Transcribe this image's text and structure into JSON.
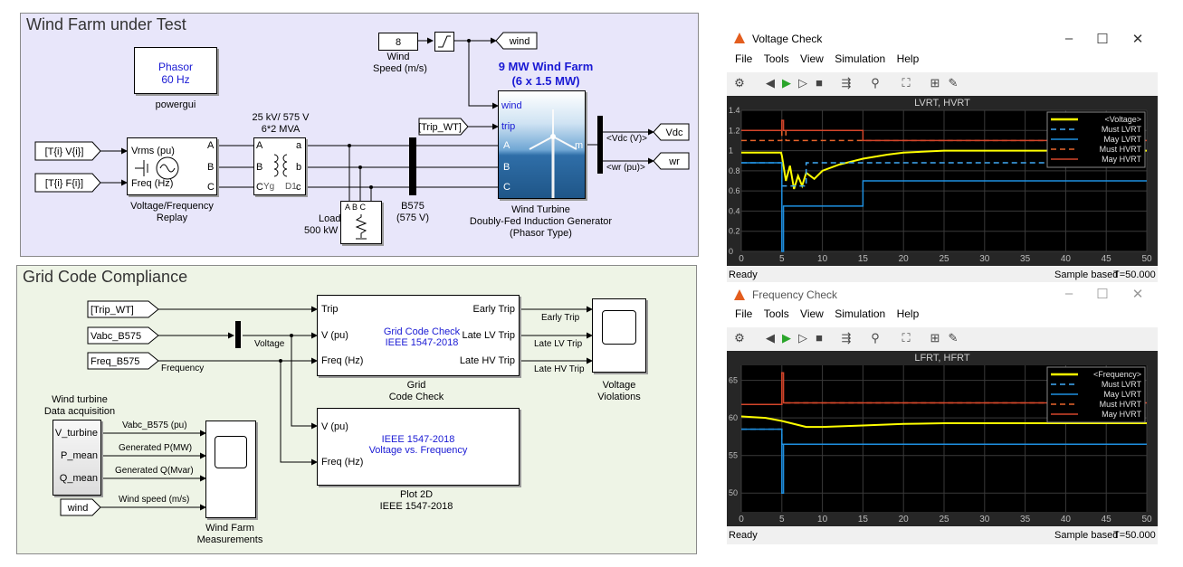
{
  "diagram": {
    "wind_farm": {
      "title": "Wind Farm under Test",
      "powergui": {
        "line1": "Phasor",
        "line2": "60 Hz",
        "label": "powergui"
      },
      "wind_speed_value": "8",
      "wind_speed_label1": "Wind",
      "wind_speed_label2": "Speed (m/s)",
      "goto_wind": "wind",
      "farm_title1": "9 MW Wind Farm",
      "farm_title2": "(6 x 1.5 MW)",
      "from_trip": "[Trip_WT]",
      "from_v": "[T{i} V{i}]",
      "from_f": "[T{i} F{i}]",
      "replay_ports": {
        "vrms": "Vrms (pu)",
        "freq": "Freq (Hz)",
        "a": "A",
        "b": "B",
        "c": "C"
      },
      "replay_label1": "Voltage/Frequency",
      "replay_label2": "Replay",
      "xfmr_top1": "25 kV/ 575 V",
      "xfmr_top2": "6*2 MVA",
      "xfmr_ports": {
        "A": "A",
        "B": "B",
        "C": "C",
        "a": "a",
        "b": "b",
        "c": "c",
        "yg": "Yg",
        "d1": "D1"
      },
      "load_label1": "Load",
      "load_label2": "500 kW",
      "load_ports": "A B C",
      "bus_label1": "B575",
      "bus_label2": "(575 V)",
      "turbine_ports": {
        "wind": "wind",
        "trip": "trip",
        "A": "A",
        "B": "B",
        "C": "C",
        "m": "m"
      },
      "turbine_label1": "Wind Turbine",
      "turbine_label2": "Doubly-Fed Induction Generator",
      "turbine_label3": "(Phasor Type)",
      "demux_vdc": "<Vdc (V)>",
      "demux_wr": "<wr (pu)>",
      "goto_vdc": "Vdc",
      "goto_wr": "wr"
    },
    "grid_code": {
      "title": "Grid Code Compliance",
      "from_trip": "[Trip_WT]",
      "from_vabc": "Vabc_B575",
      "from_freq": "Freq_B575",
      "sig_voltage": "Voltage",
      "sig_frequency": "Frequency",
      "check_ports": {
        "trip": "Trip",
        "v": "V (pu)",
        "freq": "Freq (Hz)",
        "early": "Early Trip",
        "late_lv": "Late LV Trip",
        "late_hv": "Late HV Trip"
      },
      "check_center1": "Grid Code Check",
      "check_center2": "IEEE 1547-2018",
      "check_label1": "Grid",
      "check_label2": "Code Check",
      "out_early": "Early Trip",
      "out_late_lv": "Late LV Trip",
      "out_late_hv": "Late HV Trip",
      "violations_label1": "Voltage",
      "violations_label2": "Violations",
      "acq_title1": "Wind turbine",
      "acq_title2": "Data acquisition",
      "acq_ports": [
        "V_turbine",
        "P_mean",
        "Q_mean"
      ],
      "sig_vabc": "Vabc_B575 (pu)",
      "sig_p": "Generated P(MW)",
      "sig_q": "Generated Q(Mvar)",
      "sig_wind": "Wind speed (m/s)",
      "from_wind": "wind",
      "meas_label1": "Wind Farm",
      "meas_label2": "Measurements",
      "plot2d_ports": {
        "v": "V (pu)",
        "freq": "Freq (Hz)"
      },
      "plot2d_center1": "IEEE 1547-2018",
      "plot2d_center2": "Voltage vs. Frequency",
      "plot2d_label1": "Plot 2D",
      "plot2d_label2": "IEEE 1547-2018"
    }
  },
  "voltage_window": {
    "title": "Voltage Check",
    "menu": [
      "File",
      "Tools",
      "View",
      "Simulation",
      "Help"
    ],
    "plot_title": "LVRT, HVRT",
    "status_left": "Ready",
    "status_mode": "Sample based",
    "status_time": "T=50.000"
  },
  "frequency_window": {
    "title": "Frequency Check",
    "menu": [
      "File",
      "Tools",
      "View",
      "Simulation",
      "Help"
    ],
    "plot_title": "LFRT, HFRT",
    "status_left": "Ready",
    "status_mode": "Sample based",
    "status_time": "T=50.000"
  },
  "chart_data": [
    {
      "type": "line",
      "title": "LVRT, HVRT",
      "xlim": [
        0,
        50
      ],
      "ylim": [
        0,
        1.4
      ],
      "x_ticks": [
        0,
        5,
        10,
        15,
        20,
        25,
        30,
        35,
        40,
        45,
        50
      ],
      "y_ticks": [
        0,
        0.2,
        0.4,
        0.6,
        0.8,
        1,
        1.2,
        1.4
      ],
      "legend_position": "top-right",
      "grid": true,
      "series": [
        {
          "name": "<Voltage>",
          "color": "#ffff00",
          "x": [
            0,
            4.9,
            5.0,
            5.5,
            6,
            6.5,
            7,
            7.5,
            8,
            9,
            10,
            12,
            15,
            18,
            20,
            25,
            30,
            40,
            50
          ],
          "y": [
            0.98,
            0.98,
            0.95,
            0.7,
            0.85,
            0.62,
            0.75,
            0.65,
            0.78,
            0.72,
            0.8,
            0.86,
            0.92,
            0.96,
            0.98,
            1.0,
            1.0,
            1.0,
            1.0
          ]
        },
        {
          "name": "Must LVRT",
          "color": "#3fa9f5",
          "x": [
            0,
            5,
            5,
            8,
            8,
            50
          ],
          "y": [
            0.88,
            0.88,
            0.65,
            0.65,
            0.88,
            0.88
          ]
        },
        {
          "name": "May LVRT",
          "color": "#1e8fe0",
          "x": [
            0,
            5,
            5,
            5.2,
            5.2,
            15,
            15,
            50
          ],
          "y": [
            0.88,
            0.88,
            0.0,
            0.0,
            0.45,
            0.45,
            0.7,
            0.7
          ]
        },
        {
          "name": "Must HVRT",
          "color": "#e8642a",
          "x": [
            0,
            5,
            5,
            5.5,
            5.5,
            50
          ],
          "y": [
            1.1,
            1.1,
            1.2,
            1.2,
            1.1,
            1.1
          ]
        },
        {
          "name": "May HVRT",
          "color": "#d4452a",
          "x": [
            0,
            5,
            5,
            5.2,
            5.2,
            15,
            15,
            50
          ],
          "y": [
            1.2,
            1.2,
            1.3,
            1.3,
            1.2,
            1.2,
            1.1,
            1.1
          ]
        }
      ]
    },
    {
      "type": "line",
      "title": "LFRT, HFRT",
      "xlim": [
        0,
        50
      ],
      "ylim": [
        47.5,
        67
      ],
      "x_ticks": [
        0,
        5,
        10,
        15,
        20,
        25,
        30,
        35,
        40,
        45,
        50
      ],
      "y_ticks": [
        50,
        55,
        60,
        65
      ],
      "legend_position": "top-right",
      "grid": true,
      "series": [
        {
          "name": "<Frequency>",
          "color": "#ffff00",
          "x": [
            0,
            3,
            5,
            8,
            10,
            15,
            20,
            25,
            30,
            40,
            50
          ],
          "y": [
            60.2,
            60.0,
            59.6,
            58.8,
            58.8,
            59.0,
            59.2,
            59.3,
            59.3,
            59.3,
            59.3
          ]
        },
        {
          "name": "Must LVRT",
          "color": "#3fa9f5",
          "x": [
            0,
            5,
            5,
            50
          ],
          "y": [
            58.5,
            58.5,
            56.5,
            56.5
          ]
        },
        {
          "name": "May LVRT",
          "color": "#1e8fe0",
          "x": [
            0,
            5,
            5,
            5.2,
            5.2,
            50
          ],
          "y": [
            58.5,
            58.5,
            50.0,
            50.0,
            56.5,
            56.5
          ]
        },
        {
          "name": "Must HVRT",
          "color": "#e8642a",
          "x": [
            0,
            5,
            5,
            50
          ],
          "y": [
            61.8,
            61.8,
            62.0,
            62.0
          ]
        },
        {
          "name": "May HVRT",
          "color": "#d4452a",
          "x": [
            0,
            5,
            5,
            5.2,
            5.2,
            50
          ],
          "y": [
            61.8,
            61.8,
            66.0,
            66.0,
            62.0,
            62.0
          ]
        }
      ]
    }
  ],
  "colors": {
    "wind_farm_bg": "#e8e6fa",
    "grid_code_bg": "#eef4e6",
    "plot_bg": "#000000"
  }
}
